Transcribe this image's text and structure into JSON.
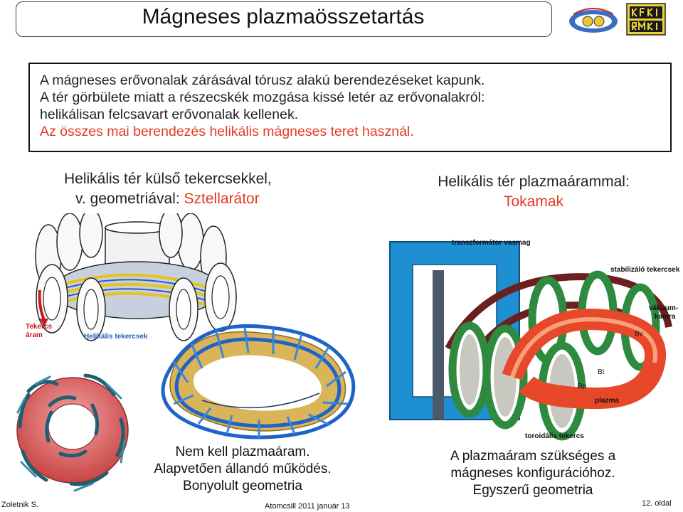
{
  "slide": {
    "title": "Mágneses plazmaösszetartás",
    "intro": [
      "A mágneses erővonalak zárásával tórusz alakú berendezéseket kapunk.",
      "A tér görbülete miatt a részecskék mozgása kissé letér az erővonalakról:",
      "helikálisan felcsavart erővonalak kellenek."
    ],
    "highlight": "Az összes mai berendezés helikális mágneses teret használ.",
    "left": {
      "heading_line1": "Helikális tér külső tekercsekkel,",
      "heading_line2_prefix": "v. geometriával:",
      "heading_line2_red": "Sztellarátor",
      "diagram_labels": {
        "coil_current_1": "Tekercs",
        "coil_current_2": "áram",
        "helical_coils": "Helikális tekercsek"
      },
      "caption": [
        "Nem kell plazmaáram.",
        "Alapvetően állandó működés.",
        "Bonyolult geometria"
      ]
    },
    "right": {
      "heading_line1": "Helikális tér plazmaárammal:",
      "heading_line2_red": "Tokamak",
      "diagram_labels": {
        "transformer": "transzformátor vasmag",
        "stabilizing": "stabilizáló tekercsek",
        "vacuum_1": "vákuum-",
        "vacuum_2": "kamra",
        "bv": "Bv",
        "bt": "Bt",
        "bp": "Bp",
        "plasma": "plazma",
        "toroidal": "toroidális tekercs"
      },
      "caption": [
        "A plazmaáram szükséges a",
        "mágneses konfigurációhoz.",
        "Egyszerű geometria"
      ]
    },
    "footer": {
      "author": "Zoletnik S.",
      "event": "Atomcsill 2011 január 13",
      "page": "12. oldal"
    },
    "logos": {
      "right": "KFKI RMKI"
    },
    "colors": {
      "accent_red": "#e23a20",
      "tokamak_blue": "#1e8fd0",
      "coil_green": "#2d8a3e"
    }
  }
}
